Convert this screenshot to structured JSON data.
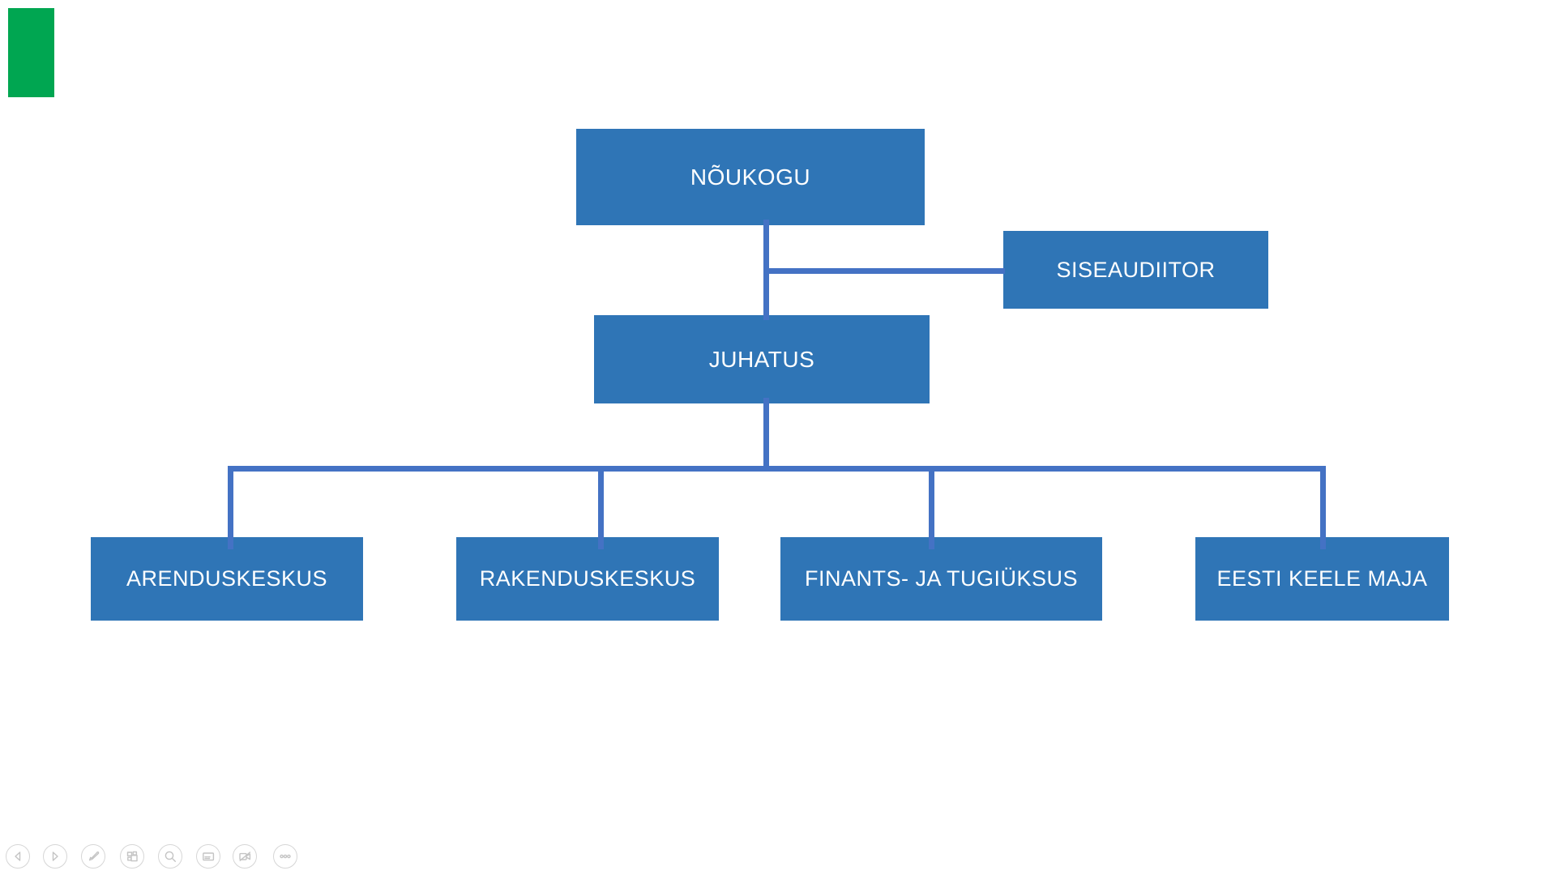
{
  "slide": {
    "background": "#ffffff",
    "green_marker_color": "#00a651"
  },
  "org_chart": {
    "nodes": {
      "noukogu": {
        "label": "NÕUKOGU"
      },
      "siseaudiitor": {
        "label": "SISEAUDIITOR"
      },
      "juhatus": {
        "label": "JUHATUS"
      },
      "arenduskeskus": {
        "label": "ARENDUSKESKUS"
      },
      "rakenduskeskus": {
        "label": "RAKENDUSKESKUS"
      },
      "finants": {
        "label": "FINANTS- JA TUGIÜKSUS"
      },
      "eesti": {
        "label": "EESTI KEELE MAJA"
      }
    },
    "edges": [
      {
        "from": "NÕUKOGU",
        "to": "SISEAUDIITOR"
      },
      {
        "from": "NÕUKOGU",
        "to": "JUHATUS"
      },
      {
        "from": "JUHATUS",
        "to": "ARENDUSKESKUS"
      },
      {
        "from": "JUHATUS",
        "to": "RAKENDUSKESKUS"
      },
      {
        "from": "JUHATUS",
        "to": "FINANTS- JA TUGIÜKSUS"
      },
      {
        "from": "JUHATUS",
        "to": "EESTI KEELE MAJA"
      }
    ],
    "colors": {
      "node_fill": "#2f75b6",
      "node_text": "#ffffff",
      "connector": "#4472c4"
    }
  },
  "toolbar": {
    "buttons": [
      {
        "icon": "previous-slide-icon"
      },
      {
        "icon": "next-slide-icon"
      },
      {
        "icon": "pen-icon"
      },
      {
        "icon": "see-all-slides-icon"
      },
      {
        "icon": "zoom-icon"
      },
      {
        "icon": "subtitles-icon"
      },
      {
        "icon": "camera-toggle-icon"
      },
      {
        "icon": "more-options-icon"
      }
    ],
    "circle_color": "#d6d6d6",
    "glyph_color": "#c4c4c4"
  }
}
